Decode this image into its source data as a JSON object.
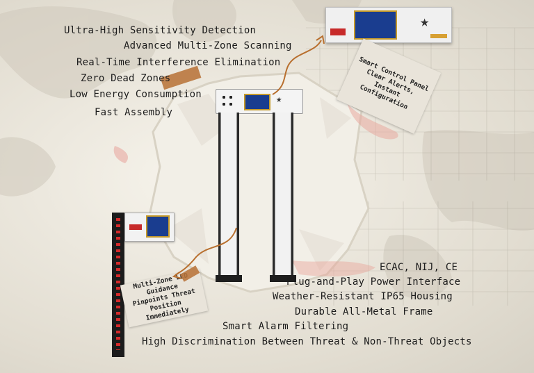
{
  "features_top": [
    "Ultra-High Sensitivity Detection",
    "Advanced Multi-Zone Scanning",
    "Real-Time Interference Elimination",
    "Zero Dead Zones",
    "Low Energy Consumption",
    "Fast Assembly"
  ],
  "features_bottom": [
    "ECAC, NIJ, CE",
    "Plug-and-Play Power Interface",
    "Weather-Resistant IP65 Housing",
    "Durable All-Metal Frame",
    "Smart Alarm Filtering",
    "High Discrimination Between Threat & Non-Threat Objects"
  ],
  "note_control_panel": {
    "line1": "Smart Control Panel",
    "line2": "Clear Alerts,",
    "line3": "Instant Configuration"
  },
  "note_led": {
    "line1": "Multi-Zone LED Guidance",
    "line2": "Pinpoints Threat",
    "line3": "Position Immediately"
  },
  "colors": {
    "text": "#1c1c1c",
    "tape": "#b8743a",
    "arrow": "#b86f2e",
    "accent_red": "#c72a2a",
    "panel_blue": "#1a3d8f",
    "frame_dark": "#2a2a2a"
  }
}
